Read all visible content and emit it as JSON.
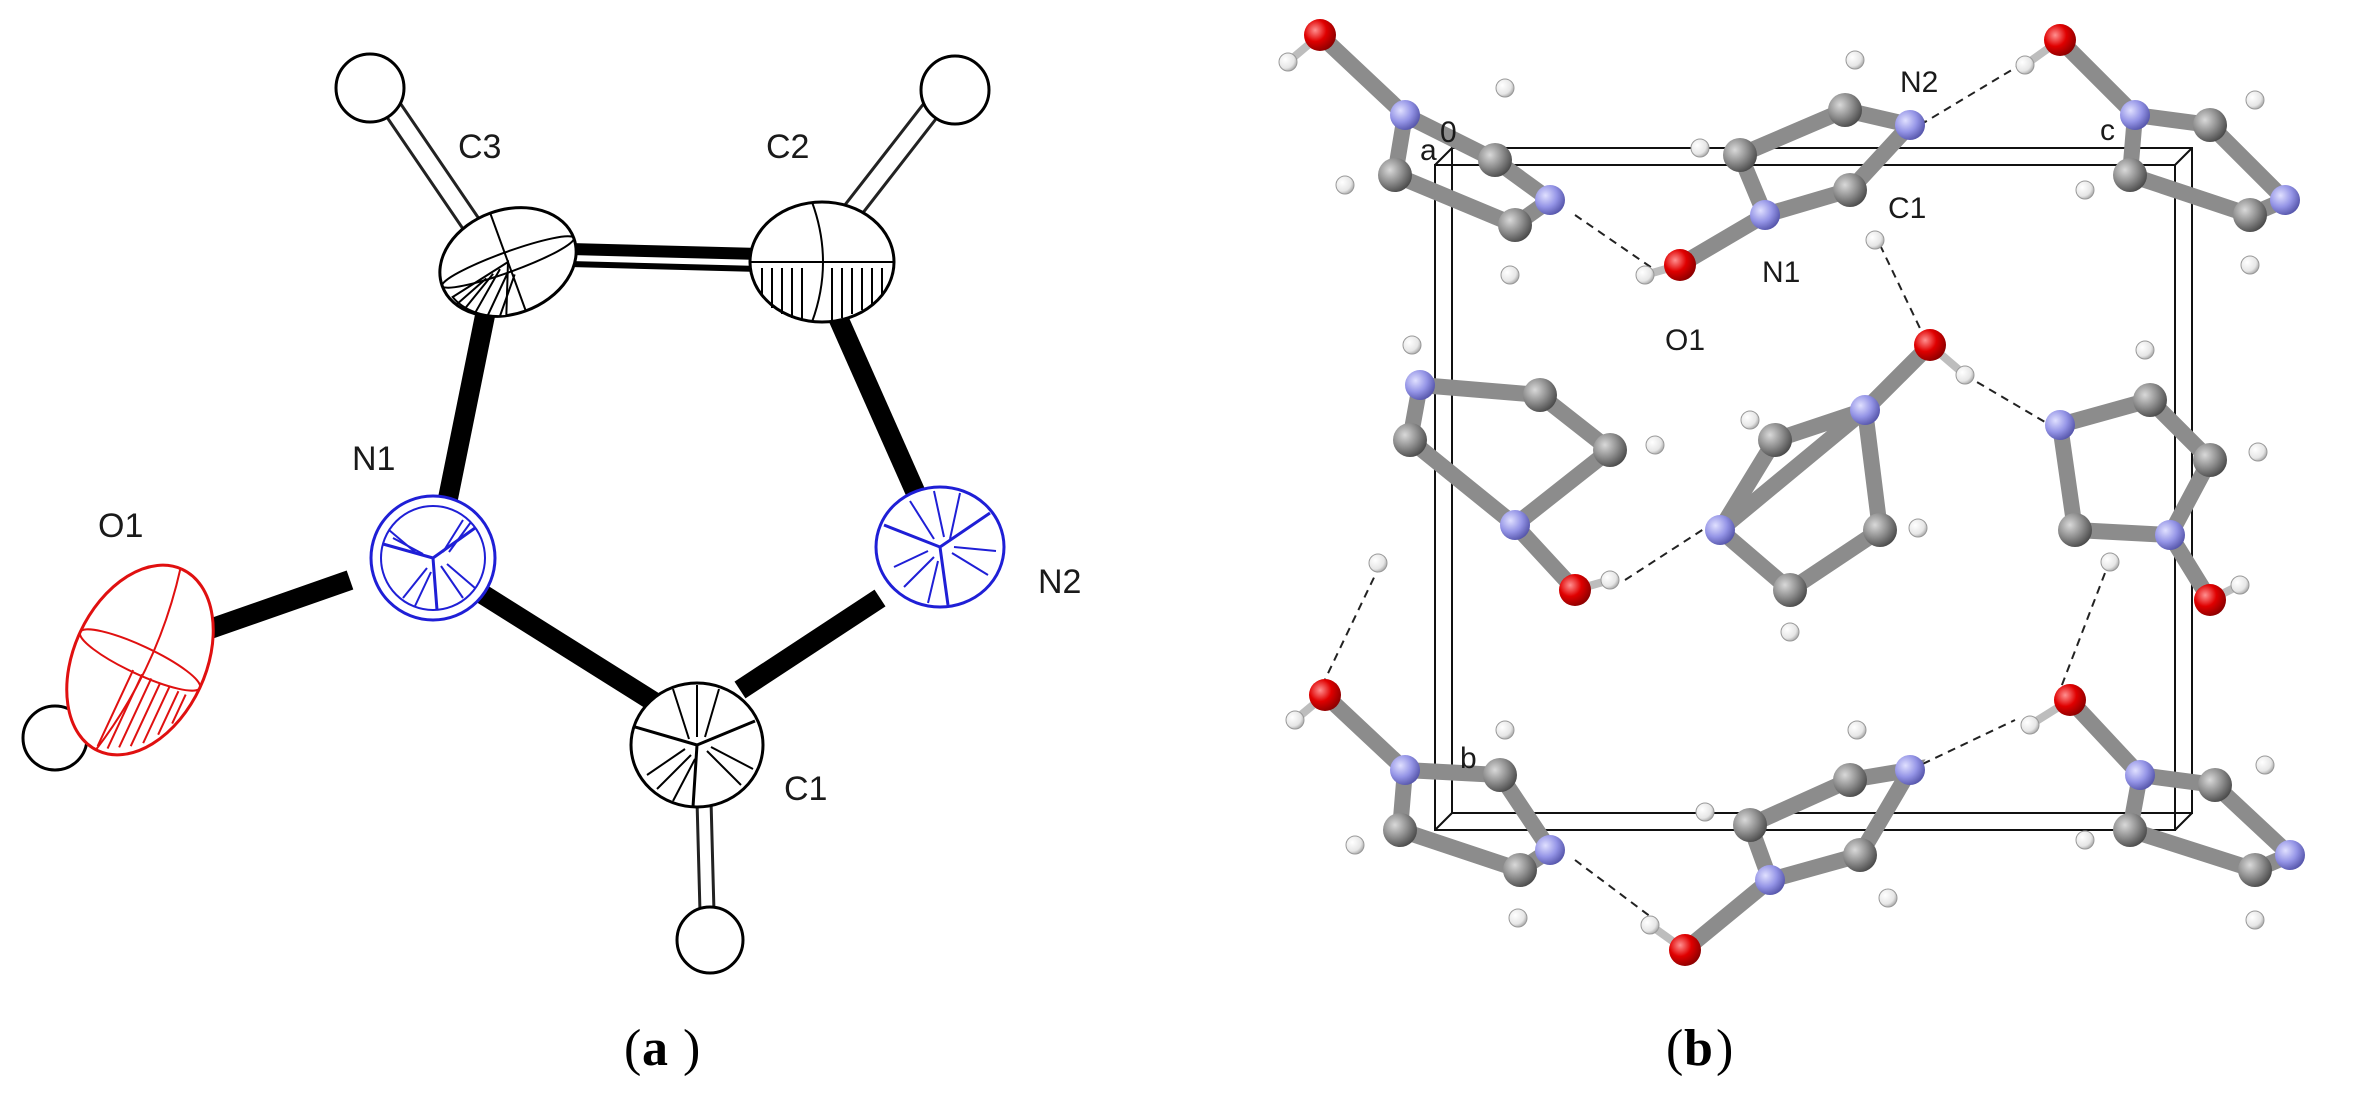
{
  "panel_a": {
    "caption": "a",
    "atom_labels": {
      "c3": "C3",
      "c2": "C2",
      "n1": "N1",
      "o1": "O1",
      "n2": "N2",
      "c1": "C1"
    }
  },
  "panel_b": {
    "caption": "b",
    "atom_labels": {
      "n2": "N2",
      "c1": "C1",
      "n1": "N1",
      "o1": "O1"
    },
    "axis_labels": {
      "origin": "0",
      "a": "a",
      "b": "b",
      "c": "c"
    }
  },
  "colors": {
    "carbon_ellipsoid": "#222222",
    "nitrogen_ellipsoid": "#1f1fd6",
    "oxygen_ellipsoid": "#e01010",
    "carbon_ball": "#8c8c8c",
    "nitrogen_ball": "#8f8fe0",
    "oxygen_ball": "#d40000",
    "hydrogen_ball": "#f2f2f2"
  }
}
